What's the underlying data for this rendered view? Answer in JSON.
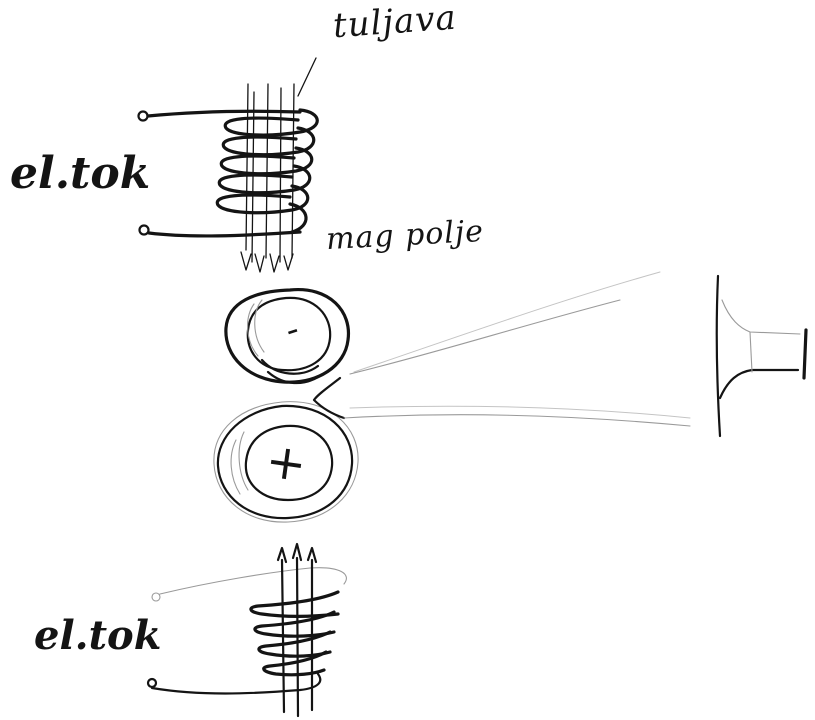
{
  "labels": {
    "coil": "tuljava",
    "current_top": "el.tok",
    "current_bottom": "el.tok",
    "magnetic_field": "mag polje"
  },
  "charges": {
    "top": "-",
    "bottom": "+"
  }
}
